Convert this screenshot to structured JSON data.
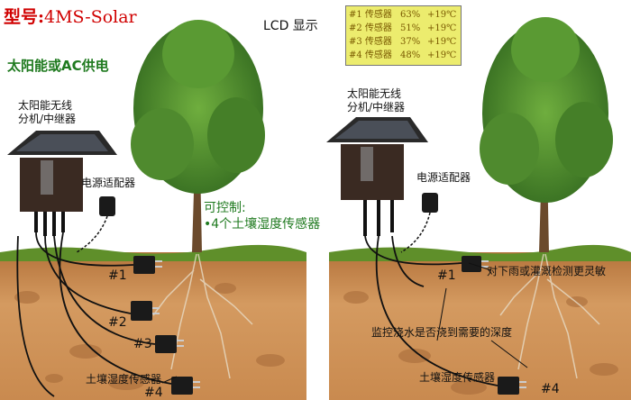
{
  "header": {
    "model_label": "型号:",
    "model_value": "4MS-Solar",
    "power_note": "太阳能或AC供电"
  },
  "left_scene": {
    "unit_label_line1": "太阳能无线",
    "unit_label_line2": "分机/中继器",
    "adapter_label": "电源适配器",
    "control_line1": "可控制:",
    "control_line2": "•4个土壤湿度传感器",
    "sensor_numbers": [
      "#1",
      "#2",
      "#3",
      "#4"
    ],
    "sensor_label": "土壤湿度传感器"
  },
  "lcd": {
    "title": "LCD 显示",
    "rows": [
      {
        "name": "#1 传感器",
        "percent": "63%",
        "temp": "+19℃"
      },
      {
        "name": "#2 传感器",
        "percent": "51%",
        "temp": "+19℃"
      },
      {
        "name": "#3 传感器",
        "percent": "37%",
        "temp": "+19℃"
      },
      {
        "name": "#4 传感器",
        "percent": "48%",
        "temp": "+19℃"
      }
    ]
  },
  "right_scene": {
    "unit_label_line1": "太阳能无线",
    "unit_label_line2": "分机/中继器",
    "adapter_label": "电源适配器",
    "sensor1_number": "#1",
    "sensor1_note": "对下雨或灌溉检测更灵敏",
    "depth_note": "监控浇水是否浇到需要的深度",
    "sensor_label": "土壤湿度传感器",
    "sensor4_number": "#4"
  },
  "colors": {
    "model_red": "#d00000",
    "power_green": "#1f7a1f",
    "lcd_background": "#ecec6e",
    "soil": "#c98a4f",
    "grass": "#5f8f2a",
    "foliage": "#4f8a2e"
  }
}
